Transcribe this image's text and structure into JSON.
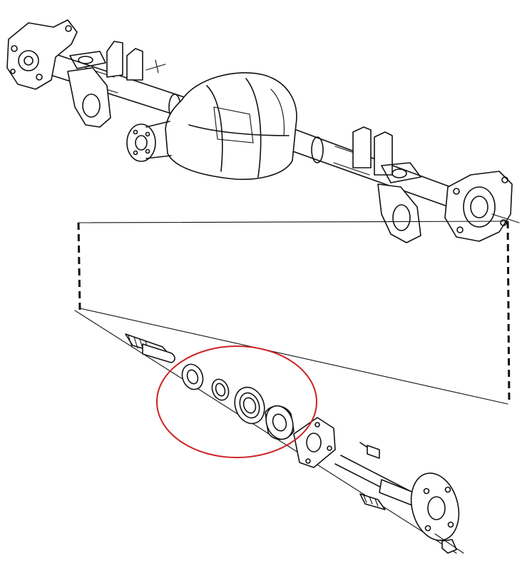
{
  "diagram": {
    "highlight_color": "#cc2222",
    "line_color": "#111111",
    "background": "#ffffff",
    "parts": [
      "axle-housing",
      "differential-housing",
      "pinion-flange",
      "spring-bracket-left",
      "spring-bracket-right",
      "hub-flange-left",
      "hub-flange-right",
      "axle-shaft",
      "oil-seal",
      "spacer-ring",
      "inner-bearing",
      "outer-bearing",
      "retainer-plate",
      "bolt",
      "wheel-stud",
      "wheel-nut"
    ]
  }
}
